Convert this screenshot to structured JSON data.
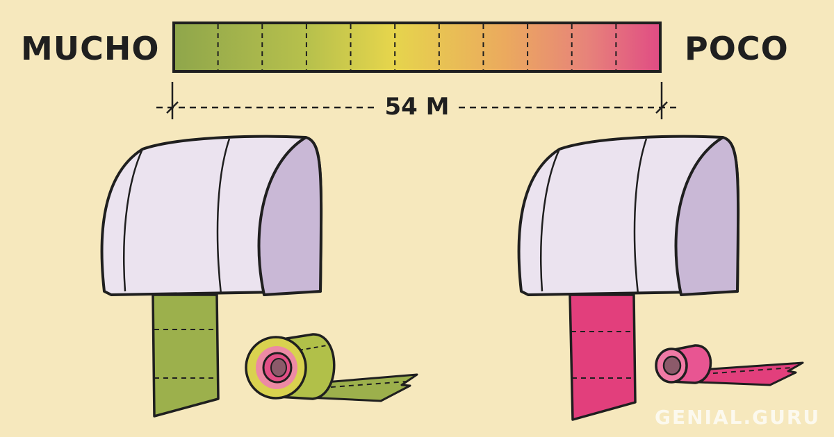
{
  "scale": {
    "left_label": "MUCHO",
    "right_label": "POCO",
    "segments": 11,
    "gradient_colors": [
      "#8fa64b",
      "#e8d64a",
      "#e24f86"
    ]
  },
  "measure": {
    "text": "54 M"
  },
  "watermark": {
    "text": "GENIAL.GURU"
  },
  "colors": {
    "background": "#f6e8bd",
    "dispenser": "#ebe3ef",
    "dispenser_side": "#c9b8d6",
    "paper_left": "#9cb04c",
    "paper_right": "#e23f7c",
    "outline": "#1f1f1f"
  }
}
